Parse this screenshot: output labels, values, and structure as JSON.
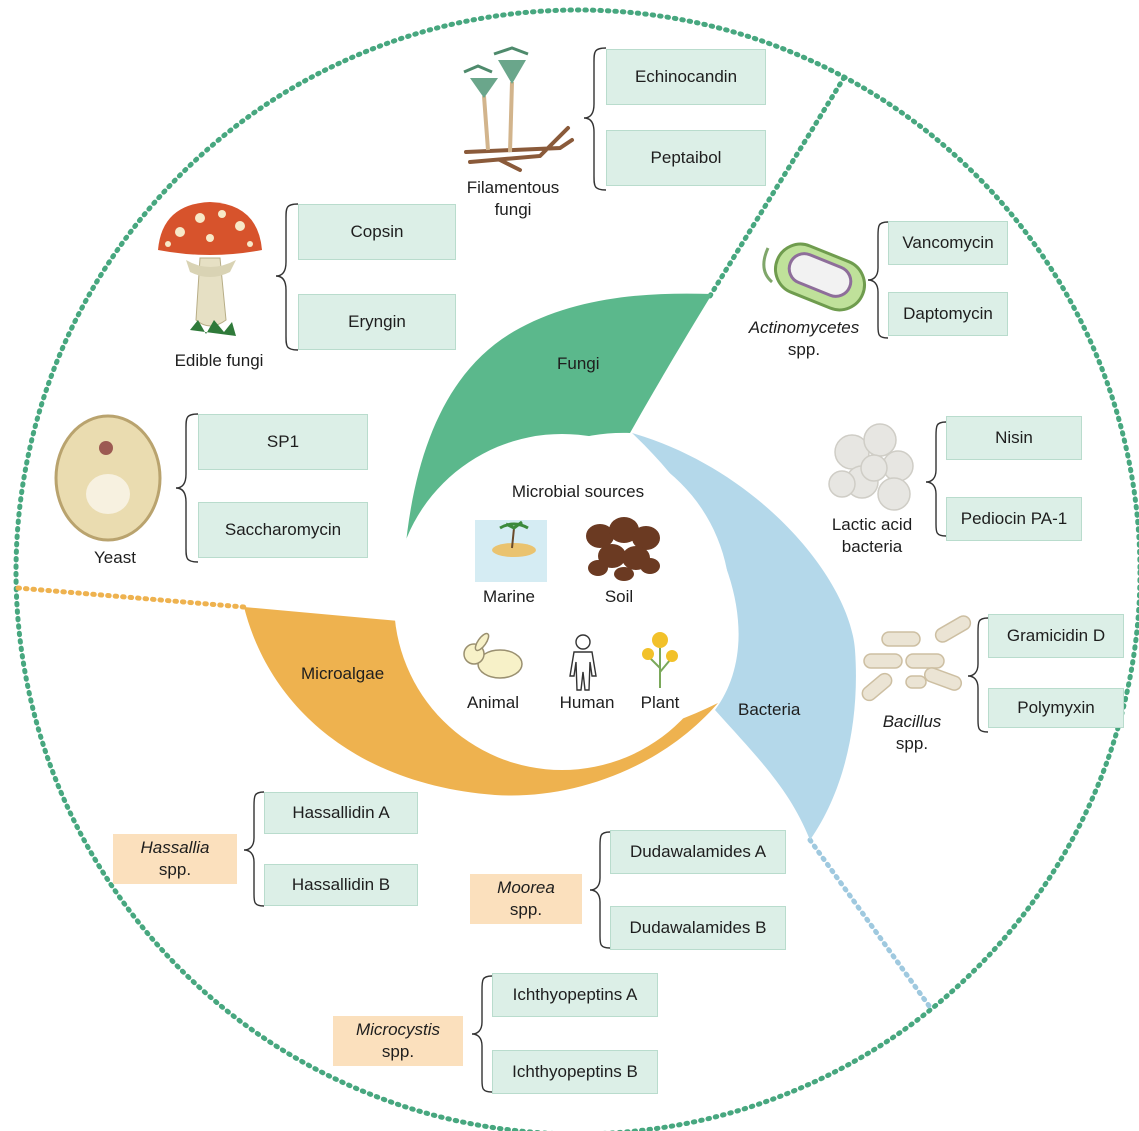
{
  "center": {
    "title": "Microbial sources",
    "sources": {
      "marine": "Marine",
      "soil": "Soil",
      "animal": "Animal",
      "human": "Human",
      "plant": "Plant"
    }
  },
  "segments": {
    "fungi": "Fungi",
    "bacteria": "Bacteria",
    "microalgae": "Microalgae"
  },
  "colors": {
    "fungi": "#5bb88c",
    "bacteria": "#b4d8ea",
    "microalgae": "#eeb24f",
    "ring": "#47a77f",
    "box": "#dcefe7",
    "orange_box": "#fbe0bd"
  },
  "organisms": {
    "filamentous_fungi": {
      "line1": "Filamentous",
      "line2": "fungi"
    },
    "edible_fungi": "Edible fungi",
    "yeast": "Yeast",
    "actinomycetes": {
      "name": "Actinomycetes",
      "suffix": "spp."
    },
    "lactic_acid_bacteria": {
      "line1": "Lactic acid",
      "line2": "bacteria"
    },
    "bacillus": {
      "name": "Bacillus",
      "suffix": "spp."
    },
    "hassallia": {
      "name": "Hassallia",
      "suffix": "spp."
    },
    "moorea": {
      "name": "Moorea",
      "suffix": "spp."
    },
    "microcystis": {
      "name": "Microcystis",
      "suffix": "spp."
    }
  },
  "peptides": {
    "echinocandin": "Echinocandin",
    "peptaibol": "Peptaibol",
    "copsin": "Copsin",
    "eryngin": "Eryngin",
    "sp1": "SP1",
    "saccharomycin": "Saccharomycin",
    "vancomycin": "Vancomycin",
    "daptomycin": "Daptomycin",
    "nisin": "Nisin",
    "pediocin": "Pediocin PA-1",
    "gramicidin": "Gramicidin D",
    "polymyxin": "Polymyxin",
    "hassallidin_a": "Hassallidin A",
    "hassallidin_b": "Hassallidin B",
    "dudawalamides_a": "Dudawalamides A",
    "dudawalamides_b": "Dudawalamides B",
    "ichthyopeptins_a": "Ichthyopeptins A",
    "ichthyopeptins_b": "Ichthyopeptins B"
  }
}
